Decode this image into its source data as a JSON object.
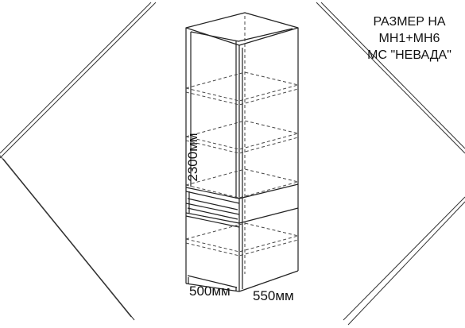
{
  "caption": {
    "line1": "РАЗМЕР НА",
    "line2": "МН1+МН6",
    "line3": "МС \"НЕВАДА\""
  },
  "dimensions": {
    "height": "2300мм",
    "depth": "500мм",
    "width": "550мм"
  },
  "colors": {
    "line": "#222222",
    "dashed": "#444444",
    "frame": "#333333"
  }
}
